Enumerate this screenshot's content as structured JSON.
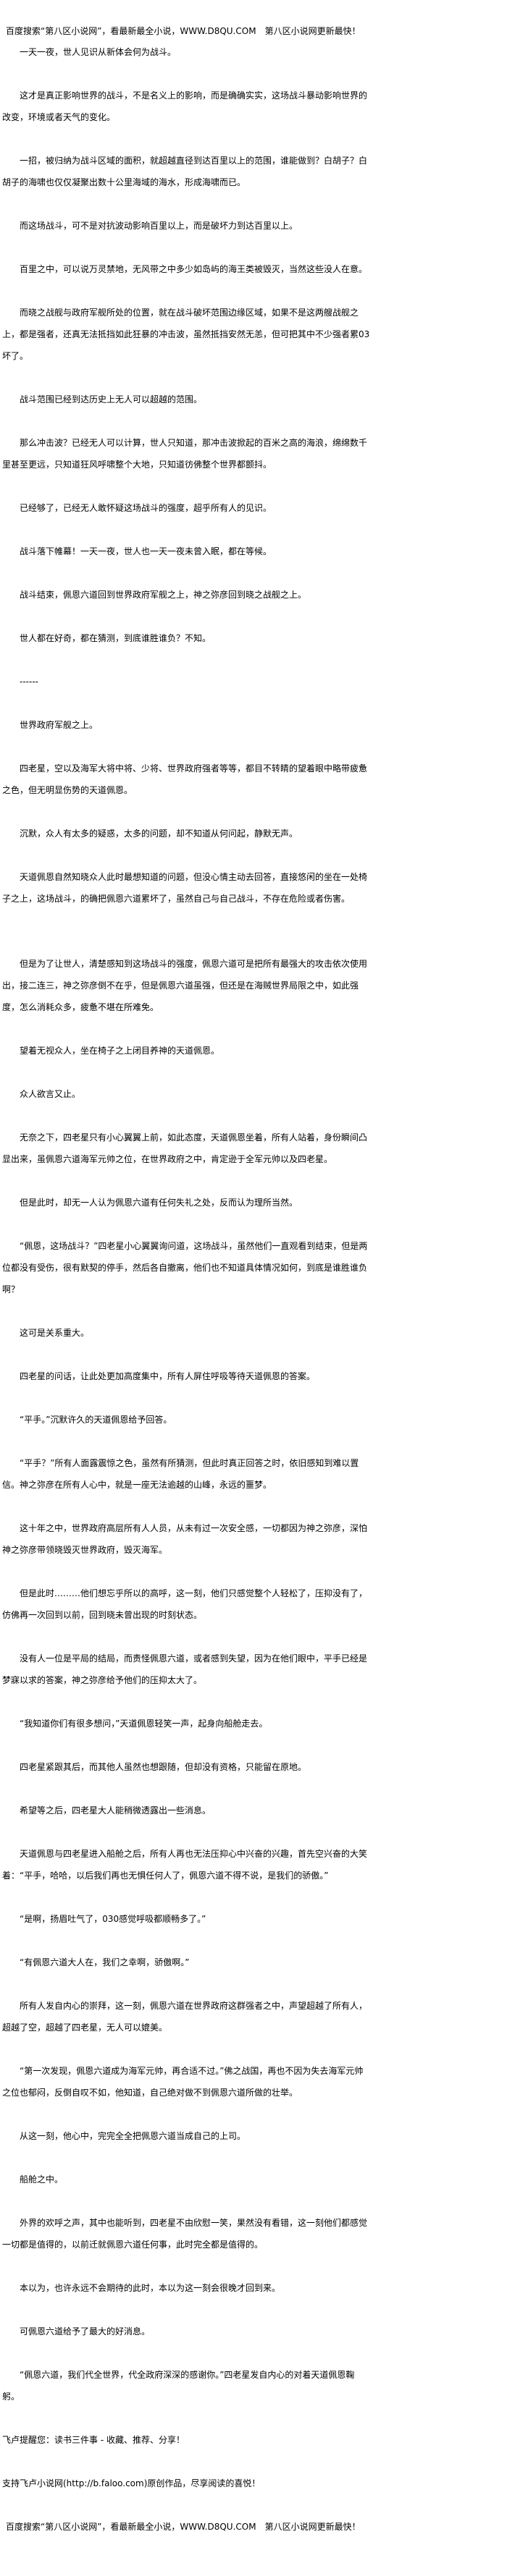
{
  "header_banner": "百度搜索“第八区小说网”，看最新最全小说，WWW.D8QU.COM　第八区小说网更新最快！",
  "paragraphs": [
    "一天一夜，世人见识从新体会何为战斗。",
    "这才是真正影响世界的战斗，不是名义上的影响，而是确确实实，这场战斗暴动影响世界的改变，环境或者天气的变化。",
    "一招，被归纳为战斗区域的面积，就超越直径到达百里以上的范围，谁能做到？白胡子？白胡子的海啸也仅仅凝聚出数十公里海域的海水，形成海啸而已。",
    "而这场战斗，可不是对抗波动影响百里以上，而是破坏力到达百里以上。",
    "百里之中，可以说万灵禁地，无风带之中多少如岛屿的海王类被毁灭，当然这些没人在意。",
    "而晓之战舰与政府军舰所处的位置，就在战斗破坏范围边缘区域，如果不是这两艘战舰之上，都是强者，还真无法抵挡如此狂暴的冲击波，虽然抵挡安然无恙，但可把其中不少强者累03坏了。",
    "战斗范围已经到达历史上无人可以超越的范围。",
    "那么冲击波？已经无人可以计算，世人只知道，那冲击波掀起的百米之高的海浪，绵绵数千里甚至更远，只知道狂风呼啸整个大地，只知道彷佛整个世界都颤抖。",
    "已经够了，已经无人敢怀疑这场战斗的强度，超乎所有人的见识。",
    "战斗落下帷幕！一天一夜，世人也一天一夜未曾入眠，都在等候。",
    "战斗结束，佩恩六道回到世界政府军舰之上，神之弥彦回到晓之战舰之上。",
    "世人都在好奇，都在猜测，到底谁胜谁负？不知。",
    "------",
    "世界政府军舰之上。",
    "四老星，空以及海军大将中将、少将、世界政府强者等等，都目不转睛的望着眼中略带疲惫之色，但无明显伤势的天道佩恩。",
    "沉默，众人有太多的疑惑，太多的问题，却不知道从何问起，静默无声。",
    "天道佩恩自然知晓众人此时最想知道的问题，但没心情主动去回答，直接悠闲的坐在一处椅子之上，这场战斗，的确把佩恩六道累坏了，虽然自己与自己战斗，不存在危险或者伤害。",
    "但是为了让世人，清楚感知到这场战斗的强度，佩恩六道可是把所有最强大的攻击依次使用出，接二连三，神之弥彦倒不在乎，但是佩恩六道虽强，但还是在海贼世界局限之中，如此强度，怎么消耗众多，疲惫不堪在所难免。",
    "望着无视众人，坐在椅子之上闭目养神的天道佩恩。",
    "众人欲言又止。",
    "无奈之下，四老星只有小心翼翼上前，如此态度，天道佩恩坐着，所有人站着，身份瞬间凸显出来，虽佩恩六道海军元帅之位，在世界政府之中，肯定逊于全军元帅以及四老星。",
    "但是此时，却无一人认为佩恩六道有任何失礼之处，反而认为理所当然。",
    "“佩恩，这场战斗？”四老星小心翼翼询问道，这场战斗，虽然他们一直观看到结束，但是两位都没有受伤，很有默契的停手，然后各自撤离，他们也不知道具体情况如何，到底是谁胜谁负啊？",
    "这可是关系重大。",
    "四老星的问话，让此处更加高度集中，所有人屏住呼吸等待天道佩恩的答案。",
    "“平手。”沉默许久的天道佩恩给予回答。",
    "“平手？”所有人面露震惊之色，虽然有所猜测，但此时真正回答之时，依旧感知到难以置信。神之弥彦在所有人心中，就是一座无法逾越的山峰，永远的噩梦。",
    "这十年之中，世界政府高层所有人人员，从未有过一次安全感，一切都因为神之弥彦，深怕神之弥彦带领晓毁灭世界政府，毁灭海军。",
    "但是此时………他们想忘乎所以的高呼，这一刻，他们只感觉整个人轻松了，压抑没有了，仿佛再一次回到以前，回到晓未曾出现的时刻状态。",
    "没有人一位是平局的结局，而责怪佩恩六道，或者感到失望，因为在他们眼中，平手已经是梦寐以求的答案，神之弥彦给予他们的压抑太大了。",
    "“我知道你们有很多想问，”天道佩恩轻笑一声，起身向船舱走去。",
    "四老星紧跟其后，而其他人虽然也想跟随，但却没有资格，只能留在原地。",
    "希望等之后，四老星大人能稍微透露出一些消息。",
    "天道佩恩与四老星进入船舱之后，所有人再也无法压抑心中兴奋的兴趣，首先空兴奋的大笑着：“平手，哈哈，以后我们再也无惧任何人了，佩恩六道不得不说，是我们的骄傲。”",
    "“是啊，扬眉吐气了，030感觉呼吸都顺畅多了。”",
    "“有佩恩六道大人在，我们之幸啊，骄傲啊。”",
    "所有人发自内心的崇拜，这一刻，佩恩六道在世界政府这群强者之中，声望超越了所有人，超越了空，超越了四老星，无人可以媲美。",
    "“第一次发现，佩恩六道成为海军元帅，再合适不过。”佛之战国，再也不因为失去海军元帅之位也郁闷，反倒自叹不如，他知道，自己绝对做不到佩恩六道所做的壮举。",
    "从这一刻，他心中，完完全全把佩恩六道当成自己的上司。",
    "船舱之中。",
    "外界的欢呼之声，其中也能听到，四老星不由欣慰一笑，果然没有看错，这一刻他们都感觉一切都是值得的，以前迁就佩恩六道任何事，此时完全都是值得的。",
    "本以为，也许永远不会期待的此时，本以为这一刻会很晚才回到来。",
    "可佩恩六道给予了最大的好消息。",
    "“佩恩六道，我们代全世界，代全政府深深的感谢你。”四老星发自内心的对着天道佩恩鞠躬。"
  ],
  "closing": {
    "reminder": "飞卢提醒您：读书三件事 - 收藏、推荐、分享！",
    "support": "支持飞卢小说网(http://b.faloo.com)原创作品，尽享阅读的喜悦！"
  },
  "footer_banner": "百度搜索“第八区小说网”，看最新最全小说，WWW.D8QU.COM　第八区小说网更新最快！"
}
